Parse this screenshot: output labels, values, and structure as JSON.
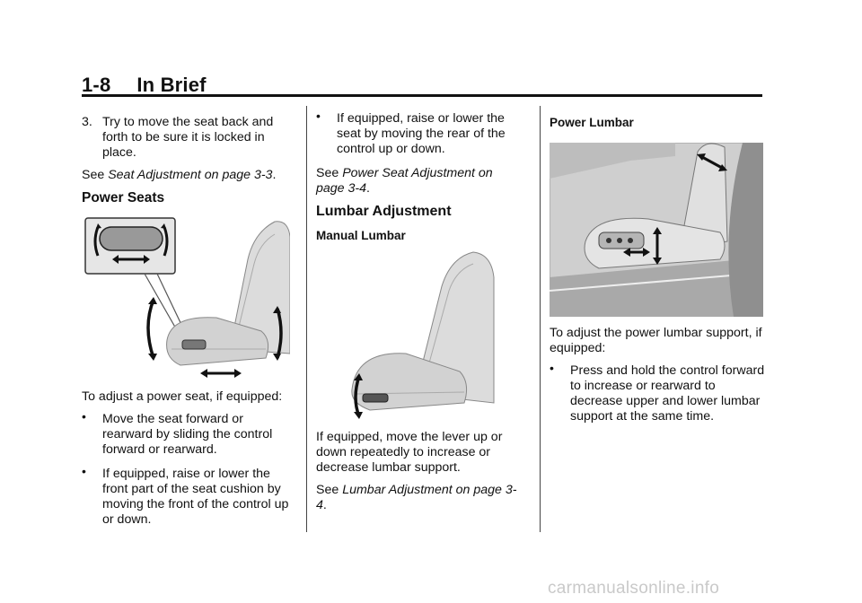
{
  "header": {
    "page_number": "1-8",
    "section_title": "In Brief"
  },
  "col1": {
    "step3_number": "3.",
    "step3_text": "Try to move the seat back and forth to be sure it is locked in place.",
    "see_prefix": "See",
    "see_ref": "Seat Adjustment on page 3-3",
    "see_suffix": ".",
    "heading": "Power Seats",
    "intro": "To adjust a power seat, if equipped:",
    "bullet1": "Move the seat forward or rearward by sliding the control forward or rearward.",
    "bullet2": "If equipped, raise or lower the front part of the seat cushion by moving the front of the control up or down."
  },
  "col2": {
    "bullet1": "If equipped, raise or lower the seat by moving the rear of the control up or down.",
    "see_prefix": "See",
    "see_ref": "Power Seat Adjustment on page 3-4",
    "see_suffix": ".",
    "heading": "Lumbar Adjustment",
    "subheading": "Manual Lumbar",
    "para": "If equipped, move the lever up or down repeatedly to increase or decrease lumbar support.",
    "see2_prefix": "See",
    "see2_ref": "Lumbar Adjustment on page 3-4",
    "see2_suffix": "."
  },
  "col3": {
    "subheading": "Power Lumbar",
    "intro": "To adjust the power lumbar support, if equipped:",
    "bullet1": "Press and hold the control forward to increase or rearward to decrease upper and lower lumbar support at the same time."
  },
  "bullet_char": "•",
  "watermark": "carmanualsonline.info"
}
